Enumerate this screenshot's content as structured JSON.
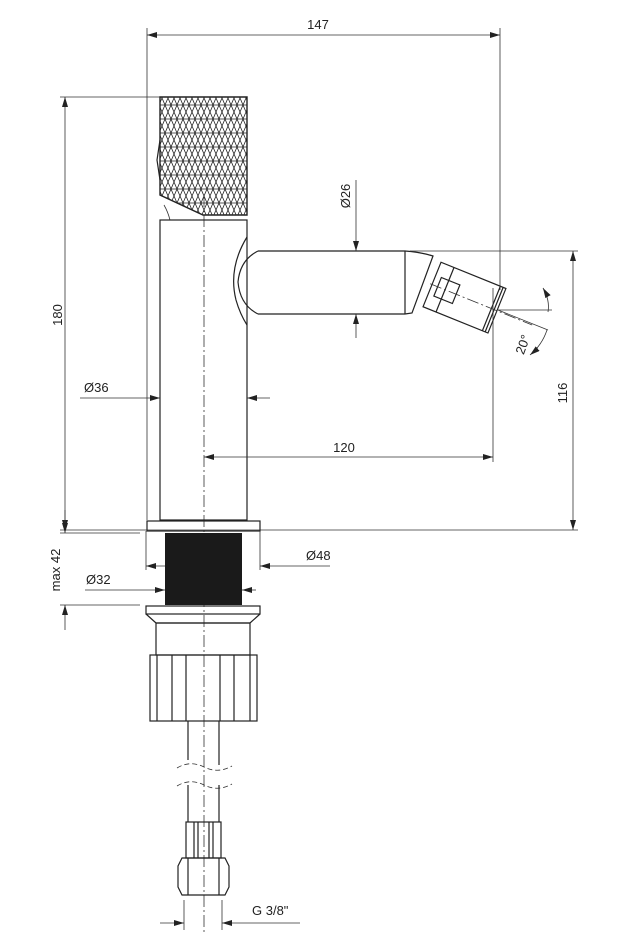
{
  "dimensions": {
    "total_width": "147",
    "total_height": "180",
    "knob_to_spout": "116",
    "spout_reach": "120",
    "body_diameter": "Ø36",
    "spout_diameter": "Ø26",
    "spout_angle": "20°",
    "flange_diameter": "Ø48",
    "thread_diameter": "Ø32",
    "max_mount_thickness": "max 42",
    "connection_thread": "G 3/8\""
  },
  "colors": {
    "line": "#222222",
    "thread_fill": "#1a1a1a"
  }
}
